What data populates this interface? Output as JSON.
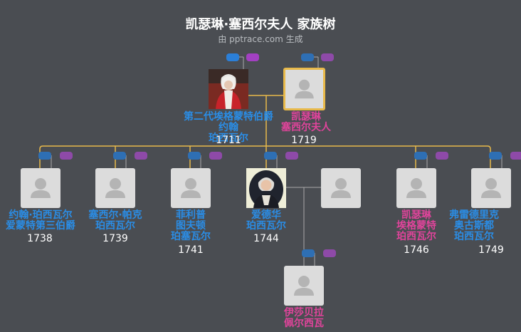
{
  "header": {
    "title": "凯瑟琳·塞西尔夫人 家族树",
    "subtitle": "由 pptrace.com 生成"
  },
  "persons": {
    "p1": {
      "name": [
        "第二代埃格蒙特伯爵约翰",
        "珀西瓦尔"
      ],
      "year": "1711",
      "gender": "m",
      "icon": "portrait-photo"
    },
    "p2": {
      "name": [
        "凯瑟琳",
        "塞西尔夫人"
      ],
      "year": "1719",
      "gender": "f",
      "icon": "person-placeholder-icon",
      "selected": true
    },
    "c1": {
      "name": [
        "约翰·珀西瓦尔",
        "爱蒙特第三伯爵"
      ],
      "year": "1738",
      "gender": "m"
    },
    "c2": {
      "name": [
        "塞西尔·帕克",
        "珀西瓦尔"
      ],
      "year": "1739",
      "gender": "m"
    },
    "c3": {
      "name": [
        "菲利普",
        "图夫顿",
        "珀塞瓦尔"
      ],
      "year": "1741",
      "gender": "m"
    },
    "c4": {
      "name": [
        "爱德华",
        "珀西瓦尔"
      ],
      "year": "1744",
      "gender": "m",
      "icon": "portrait-photo"
    },
    "c4s": {
      "name": [],
      "year": "",
      "gender": "f"
    },
    "c5": {
      "name": [
        "凯瑟琳",
        "埃格蒙特",
        "珀西瓦尔"
      ],
      "year": "1746",
      "gender": "f"
    },
    "c6": {
      "name": [
        "弗雷德里克",
        "奥古斯都",
        "珀西瓦尔"
      ],
      "year": "1749",
      "gender": "m"
    },
    "g1": {
      "name": [
        "伊莎贝拉",
        "佩尔西瓦"
      ],
      "year": "",
      "gender": "f"
    }
  },
  "colors": {
    "background": "#4a4d52",
    "male": "#2a8de6",
    "female": "#e0449b",
    "connector_gold": "#e8b94a",
    "connector_gray": "#a9a9a9"
  }
}
